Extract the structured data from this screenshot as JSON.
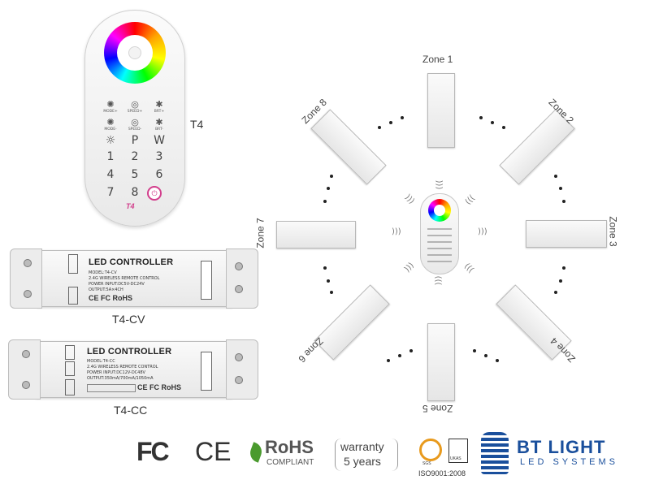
{
  "remote": {
    "label": "T4",
    "buttons": [
      {
        "symbol": "✺",
        "caption": "MODE+"
      },
      {
        "symbol": "◎",
        "caption": "SPEED+"
      },
      {
        "symbol": "✱",
        "caption": "BRT+"
      },
      {
        "symbol": "✺",
        "caption": "MODE-"
      },
      {
        "symbol": "◎",
        "caption": "SPEED-"
      },
      {
        "symbol": "✱",
        "caption": "BRT-"
      }
    ],
    "keys": [
      "☼",
      "P",
      "W",
      "1",
      "2",
      "3",
      "4",
      "5",
      "6",
      "7",
      "8"
    ],
    "power_symbol": "⏻",
    "logo": "T4"
  },
  "controller_cv": {
    "label": "T4-CV",
    "title": "LED CONTROLLER",
    "lines": [
      "MODEL:T4-CV",
      "2.4G WIRELESS REMOTE CONTROL",
      "POWER INPUT:DC5V-DC24V",
      "OUTPUT:5A×4CH"
    ],
    "marks": "CE FC RoHS"
  },
  "controller_cc": {
    "label": "T4-CC",
    "title": "LED CONTROLLER",
    "lines": [
      "MODEL:T4-CC",
      "2.4G WIRELESS REMOTE CONTROL",
      "POWER INPUT:DC12V-DC48V",
      "OUTPUT:350mA/700mA/1050mA"
    ],
    "marks": "CE FC RoHS"
  },
  "zones": [
    "Zone 1",
    "Zone 2",
    "Zone 3",
    "Zone 4",
    "Zone 5",
    "Zone 6",
    "Zone 7",
    "Zone 8"
  ],
  "logos": {
    "fcc": "FC",
    "ce": "CE",
    "rohs": "RoHS",
    "rohs_sub": "COMPLIANT",
    "warranty_top": "warranty",
    "warranty_bottom": "5 years",
    "iso": "ISO9001:2008",
    "sgs": "SGS",
    "ukas": "UKAS",
    "brand": "BT LIGHT",
    "brand_sub": "LED SYSTEMS"
  },
  "colors": {
    "brand": "#1a4f9c",
    "accent_pink": "#d23e8c",
    "rohs_green": "#4a9a2e"
  }
}
